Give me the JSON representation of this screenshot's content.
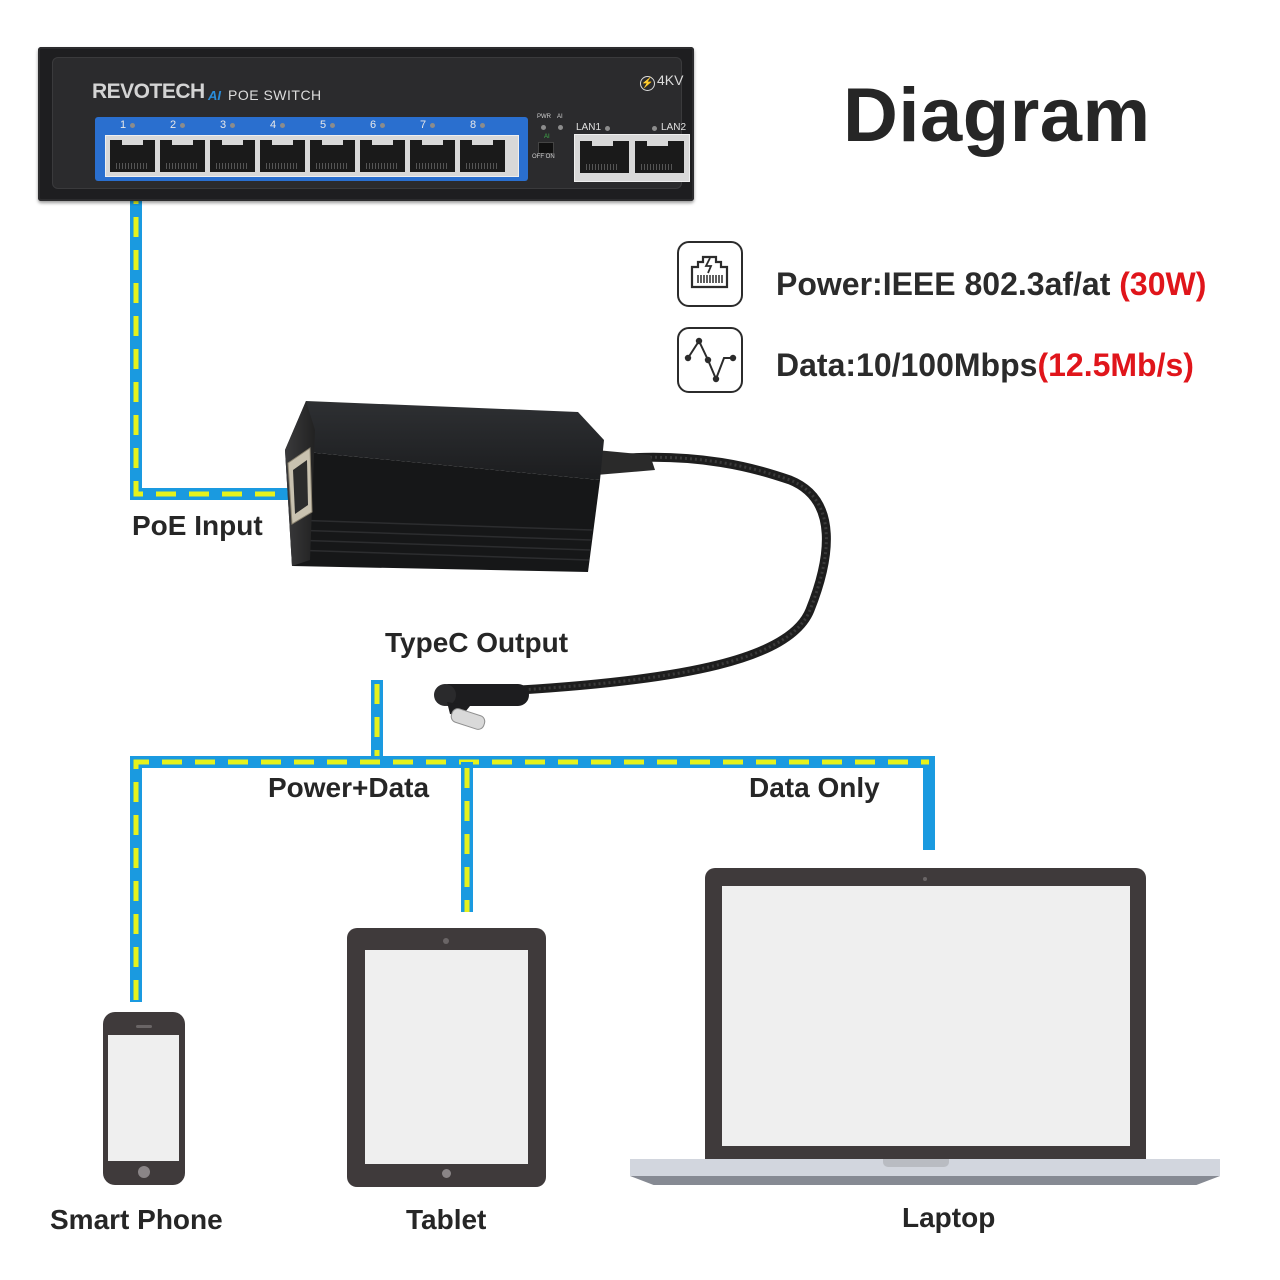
{
  "title": "Diagram",
  "switch": {
    "brand": "REVOTECH",
    "brand_ai": "AI",
    "product": "POE SWITCH",
    "surge": "4KV",
    "ports": [
      "1",
      "2",
      "3",
      "4",
      "5",
      "6",
      "7",
      "8"
    ],
    "led_labels": {
      "pwr": "PWR",
      "ai": "AI"
    },
    "toggle": {
      "top": "AI",
      "bottom": "OFF ON"
    },
    "uplinks": [
      "LAN1",
      "LAN2"
    ]
  },
  "specs": [
    {
      "icon": "ethernet-power-icon",
      "text": "Power:IEEE 802.3af/at",
      "highlight": "(30W)"
    },
    {
      "icon": "data-wave-icon",
      "text": "Data:10/100Mbps",
      "highlight": "(12.5Mb/s)"
    }
  ],
  "labels": {
    "poe_input": "PoE Input",
    "typec_output": "TypeC Output",
    "power_data": "Power+Data",
    "data_only": "Data Only"
  },
  "devices": {
    "phone": "Smart Phone",
    "tablet": "Tablet",
    "laptop": "Laptop"
  },
  "colors": {
    "cable_blue": "#1a9ae0",
    "cable_yellow": "#e6f21c",
    "highlight_red": "#e0151b",
    "device_frame": "#3f3a3b",
    "device_screen": "#efefef",
    "switch_panel": "#2a6fcf"
  }
}
